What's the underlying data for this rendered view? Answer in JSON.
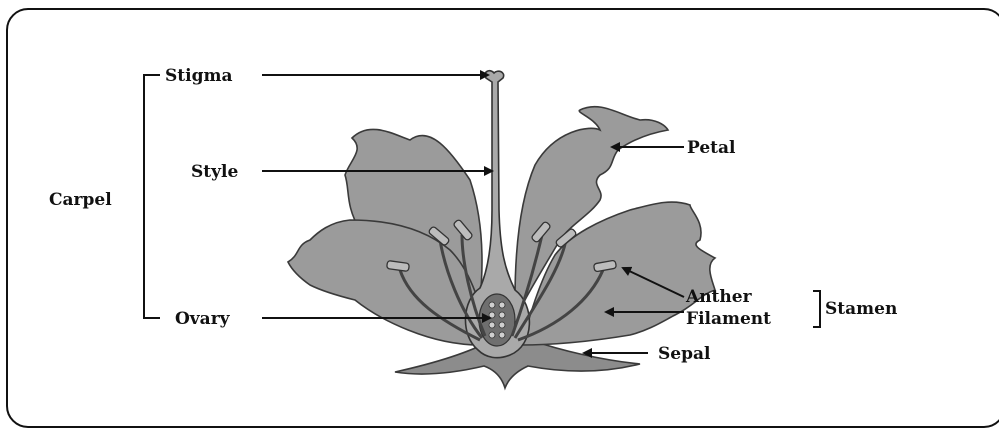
{
  "labels": {
    "stigma": "Stigma",
    "style": "Style",
    "carpel": "Carpel",
    "ovary": "Ovary",
    "petal": "Petal",
    "anther": "Anther",
    "filament": "Filament",
    "stamen": "Stamen",
    "sepal": "Sepal"
  },
  "colors": {
    "petal": "#9b9b9b",
    "outline": "#111111"
  }
}
